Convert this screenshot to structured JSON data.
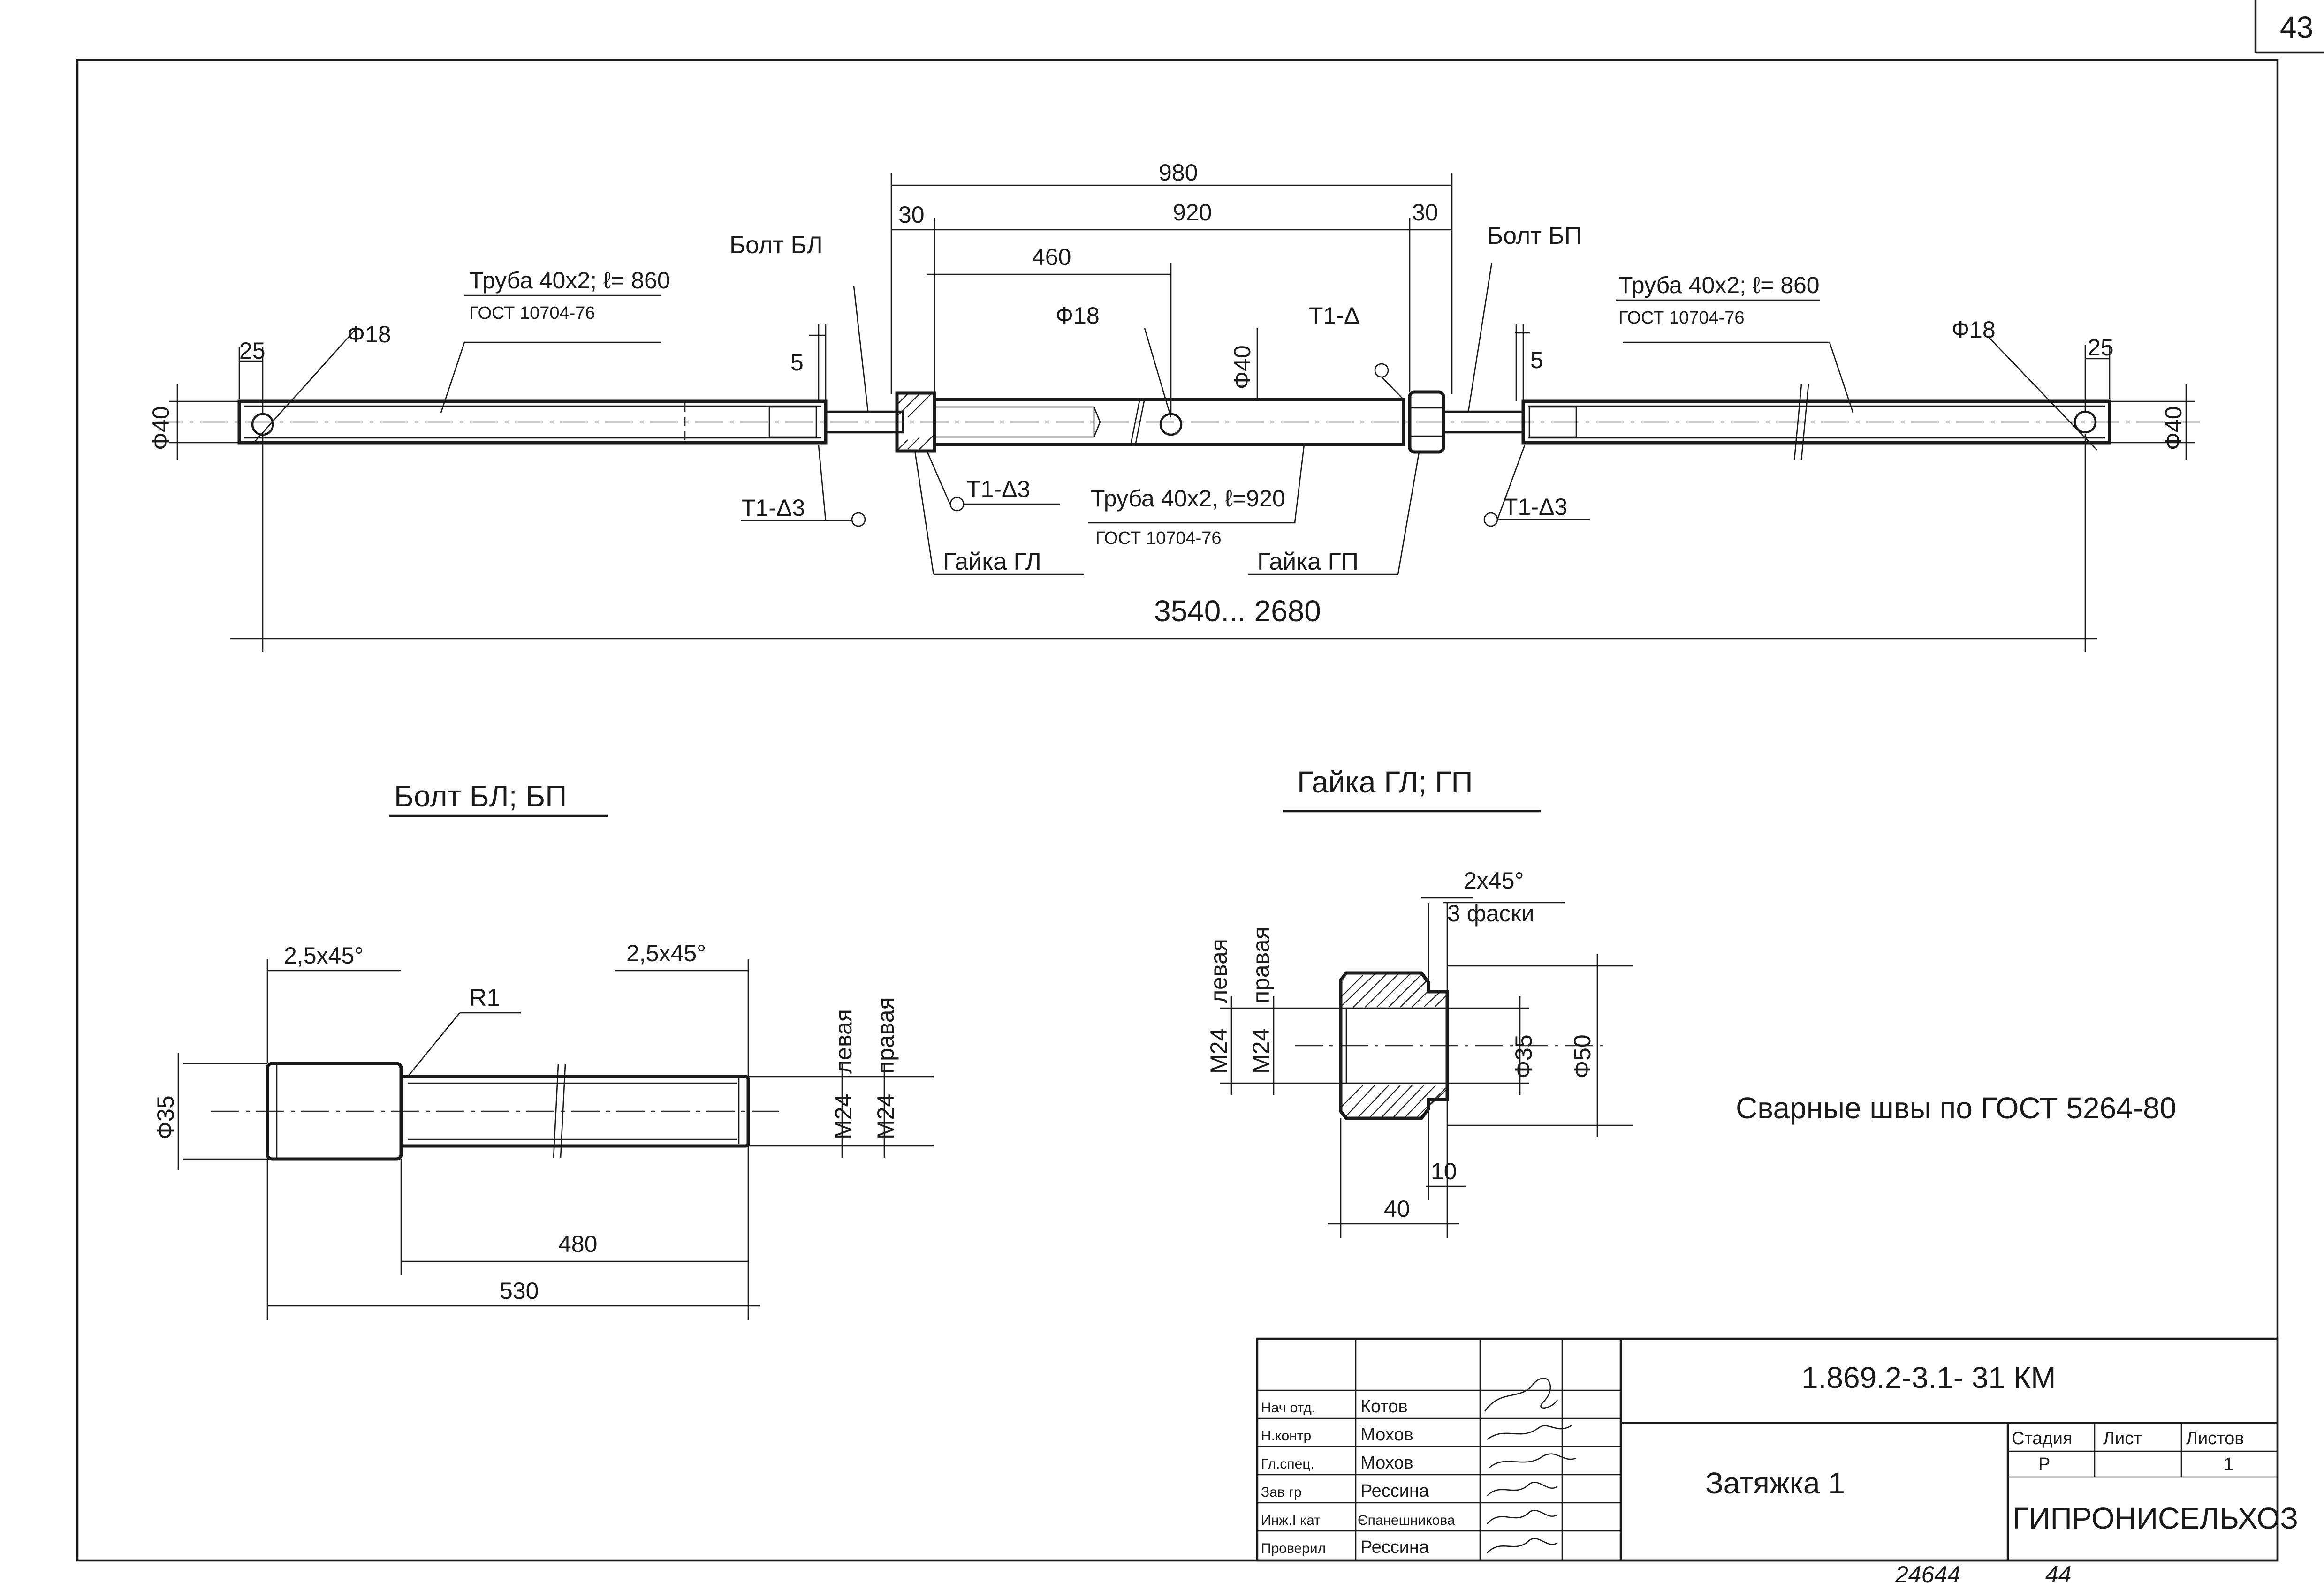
{
  "sheet": {
    "number": "43"
  },
  "assembly": {
    "total_length": "3540... 2680",
    "d_980": "980",
    "d_920": "920",
    "d_30_left": "30",
    "d_30_right": "30",
    "d_460": "460",
    "d_25_left": "25",
    "d_25_right": "25",
    "d_5_left": "5",
    "d_5_right": "5",
    "phi40_left": "Ф40",
    "phi40_mid": "Ф40",
    "phi40_right": "Ф40",
    "phi18_left": "Ф18",
    "phi18_mid": "Ф18",
    "phi18_right": "Ф18",
    "pipe_left_line1": "Труба 40х2; ℓ= 860",
    "pipe_left_line2": "ГОСТ 10704-76",
    "pipe_right_line1": "Труба 40х2; ℓ= 860",
    "pipe_right_line2": "ГОСТ 10704-76",
    "pipe_mid_line1": "Труба 40х2, ℓ=920",
    "pipe_mid_line2": "ГОСТ 10704-76",
    "bolt_left": "Болт БЛ",
    "bolt_right": "Болт БП",
    "nut_left": "Гайка ГЛ",
    "nut_right": "Гайка ГП",
    "weld_t1_d": "Т1-Δ",
    "weld_t1_d3_a": "Т1-Δ3",
    "weld_t1_d3_b": "Т1-Δ3",
    "weld_t1_d3_c": "Т1-Δ3"
  },
  "bolt": {
    "title": "Болт БЛ; БП",
    "chamfer_left": "2,5х45°",
    "chamfer_right": "2,5х45°",
    "radius": "R1",
    "diameter": "Ф35",
    "thread_left_size": "М24",
    "thread_left_label": "левая",
    "thread_right_size": "М24",
    "thread_right_label": "правая",
    "len_480": "480",
    "len_530": "530"
  },
  "nut": {
    "title": "Гайка ГЛ; ГП",
    "chamfer": "2х45°",
    "chamfer_note": "3 фаски",
    "thread_left_size": "М24",
    "thread_left_label": "левая",
    "thread_right_size": "М24",
    "thread_right_label": "правая",
    "d35": "Ф35",
    "d50": "Ф50",
    "len_10": "10",
    "len_40": "40"
  },
  "note": "Сварные швы по ГОСТ 5264-80",
  "title_block": {
    "doc_code": "1.869.2-3.1- 31 КМ",
    "drawing_name": "Затяжка 1",
    "org": "ГИПРОНИСЕЛЬХОЗ",
    "stage_header": "Стадия",
    "sheet_header": "Лист",
    "sheets_header": "Листов",
    "stage": "Р",
    "sheets_count": "1",
    "rows": [
      {
        "role": "Нач отд.",
        "name": "Котов"
      },
      {
        "role": "Н.контр",
        "name": "Мохов"
      },
      {
        "role": "Гл.спец.",
        "name": "Мохов"
      },
      {
        "role": "Зав гр",
        "name": "Рессина"
      },
      {
        "role": "Инж.I кат",
        "name": "Єпанешникова"
      },
      {
        "role": "Проверил",
        "name": "Рессина"
      }
    ]
  },
  "footer": {
    "archive_no": "24644",
    "page": "44"
  }
}
